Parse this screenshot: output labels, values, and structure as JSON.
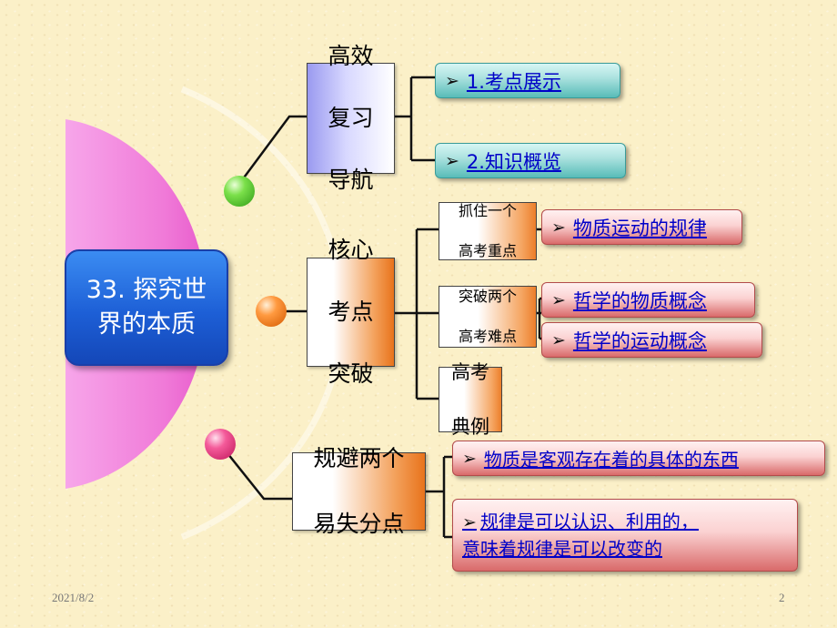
{
  "hub": {
    "title": "33. 探究世界的本质"
  },
  "branches": [
    {
      "title_lines": [
        "高效",
        "复习",
        "导航"
      ],
      "items": [
        {
          "label": "1.考点展示"
        },
        {
          "label": "2.知识概览"
        }
      ]
    },
    {
      "title_lines": [
        "核心",
        "考点",
        "突破"
      ],
      "groups": [
        {
          "title_lines": [
            "抓住一个",
            "高考重点"
          ],
          "items": [
            {
              "label": "物质运动的规律"
            }
          ]
        },
        {
          "title_lines": [
            "突破两个",
            "高考难点"
          ],
          "items": [
            {
              "label": "哲学的物质概念"
            },
            {
              "label": "哲学的运动概念"
            }
          ]
        },
        {
          "title_lines": [
            "高考",
            "典例"
          ],
          "items": []
        }
      ]
    },
    {
      "title_lines": [
        "规避两个",
        "易失分点"
      ],
      "items": [
        {
          "label": "物质是客观存在着的具体的东西"
        },
        {
          "lines": [
            "规律是可以认识、利用的，",
            "意味着规律是可以改变的"
          ]
        }
      ]
    }
  ],
  "bullet_glyph": "➢",
  "footer": {
    "date": "2021/8/2",
    "page": "2"
  },
  "colors": {
    "background": "#fbf0c8",
    "hub_blue": "#1d5fd6",
    "semicircle_pink": "#f07ad8",
    "link_blue": "#0000c8",
    "teal_pill": "#58bcb8",
    "red_pill": "#d96a6a",
    "orange_box": "#e8731c"
  }
}
